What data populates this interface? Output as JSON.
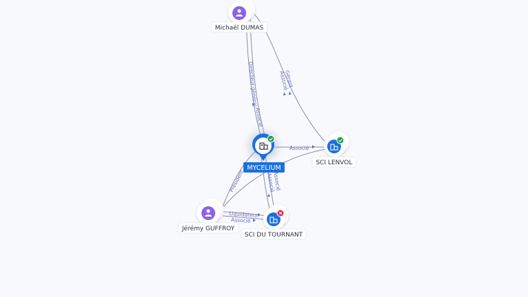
{
  "nodes": {
    "michael": {
      "label": "Michaël DUMAS",
      "icon": "person-icon"
    },
    "mycelium": {
      "label": "MYCELIUM",
      "icon": "building-icon",
      "status": "active"
    },
    "lenvol": {
      "label": "SCI LENVOL",
      "icon": "building-icon",
      "status": "active"
    },
    "guffroy": {
      "label": "Jérémy GUFFROY",
      "icon": "person-icon"
    },
    "tournant": {
      "label": "SCI DU TOURNANT",
      "icon": "building-icon",
      "status": "closed"
    }
  },
  "edges": {
    "michael_mycelium_1": "Directeur général",
    "michael_mycelium_2": "Associé",
    "michael_lenvol_1": "Gérant",
    "michael_lenvol_2": "Associé",
    "mycelium_lenvol": "Associé",
    "guffroy_mycelium": "Président",
    "guffroy_tournant_1": "Liquidateur",
    "guffroy_tournant_2": "Associé",
    "mycelium_tournant_1": "Associé",
    "mycelium_tournant_2": "Associé"
  },
  "colors": {
    "person": "#8a63e8",
    "company": "#1a6fe0",
    "active_badge": "#1a9a4a",
    "closed_badge": "#e0244a",
    "edge_label": "#6a6fc0"
  }
}
